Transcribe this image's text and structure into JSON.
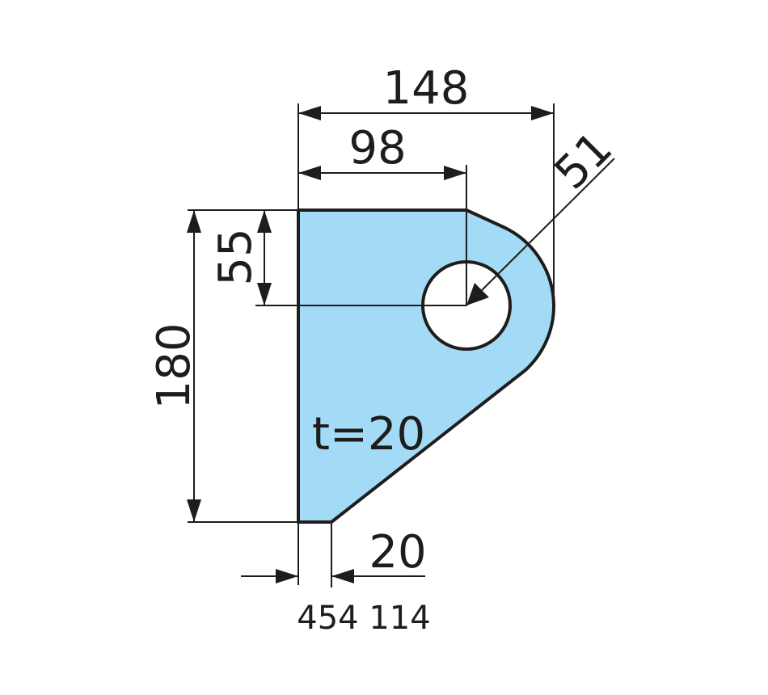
{
  "drawing": {
    "fill_color": "#a3daf5",
    "line_color": "#1d1d1b",
    "dimensions": {
      "width_total": "148",
      "width_to_hole": "98",
      "radius": "51",
      "hole_offset": "55",
      "height": "180",
      "bottom_width": "20"
    },
    "thickness_label": "t=20",
    "part_number": "454 114"
  }
}
